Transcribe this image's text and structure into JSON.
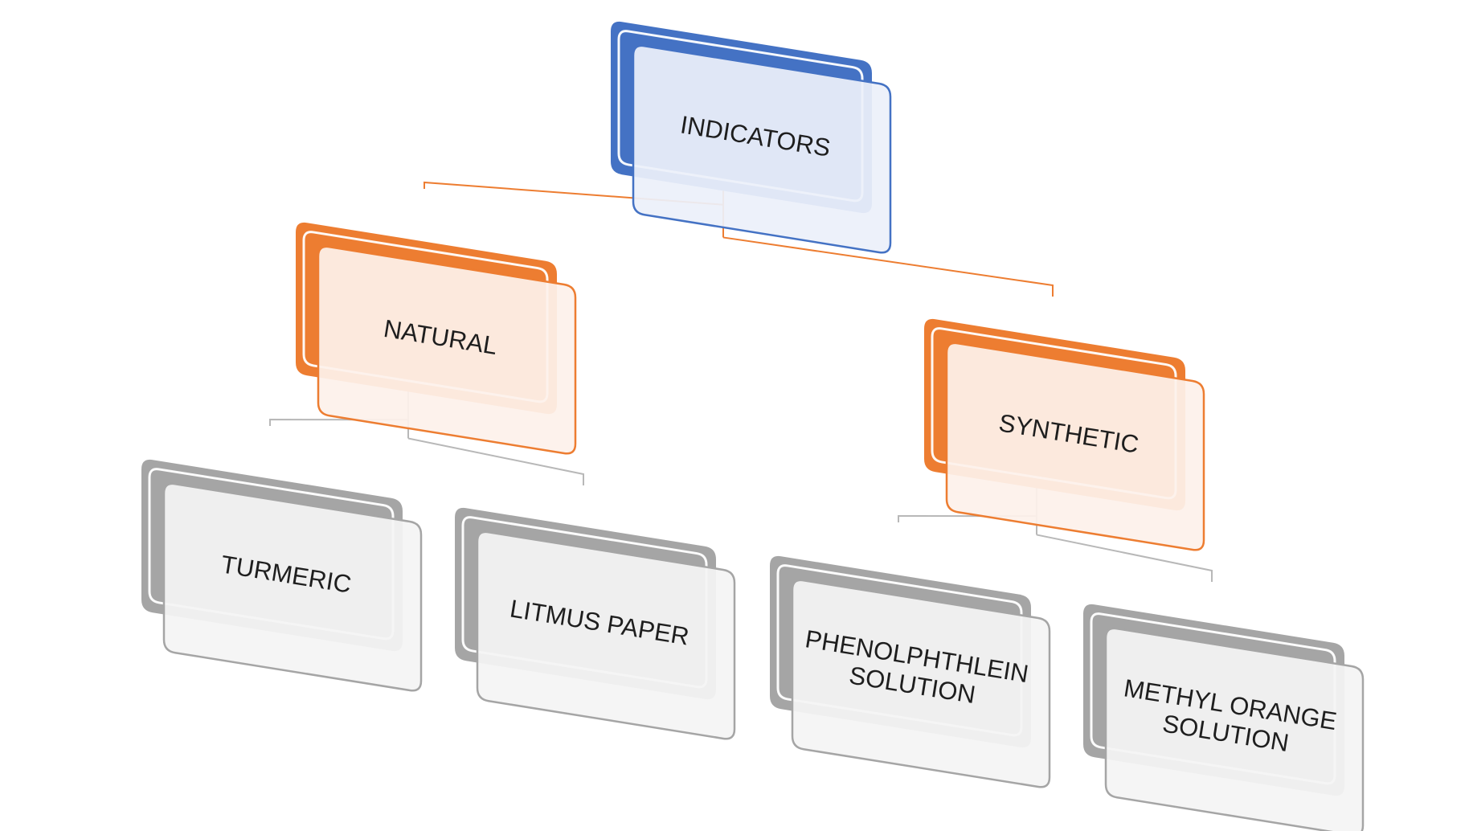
{
  "diagram": {
    "type": "hierarchy",
    "colors": {
      "level0_back": "#4472C4",
      "level0_front_fill": "#ECF0FA",
      "level1_back": "#ED7D31",
      "level1_front_fill": "#FDF1EB",
      "level2_back": "#A5A5A5",
      "level2_front_fill": "#F4F4F4",
      "connector_level0": "#ED7D31",
      "connector_level1": "#B8B8B8"
    },
    "root": {
      "label_lines": [
        "INDICATORS"
      ],
      "color": "blue",
      "children": [
        {
          "label_lines": [
            "NATURAL"
          ],
          "color": "orange",
          "children": [
            {
              "label_lines": [
                "TURMERIC"
              ],
              "color": "gray"
            },
            {
              "label_lines": [
                "LITMUS PAPER"
              ],
              "color": "gray"
            }
          ]
        },
        {
          "label_lines": [
            "SYNTHETIC"
          ],
          "color": "orange",
          "children": [
            {
              "label_lines": [
                "PHENOLPHTHLEIN",
                "SOLUTION"
              ],
              "color": "gray"
            },
            {
              "label_lines": [
                "METHYL ORANGE",
                "SOLUTION"
              ],
              "color": "gray"
            }
          ]
        }
      ]
    }
  }
}
